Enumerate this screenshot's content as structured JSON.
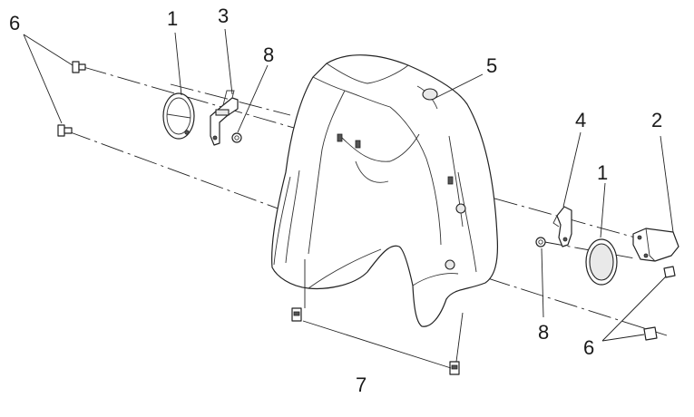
{
  "callouts": {
    "c1_left": "1",
    "c1_right": "1",
    "c2": "2",
    "c3": "3",
    "c4": "4",
    "c5": "5",
    "c6_left": "6",
    "c6_right": "6",
    "c7": "7",
    "c8_left": "8",
    "c8_right": "8"
  },
  "icons": {
    "fender": "front-fender-icon",
    "reflector": "round-reflector-icon",
    "bracket": "reflector-bracket-icon",
    "mount_plate": "mounting-plate-icon",
    "bolt": "bolt-icon",
    "nut": "nut-icon",
    "clip": "clip-nut-icon"
  },
  "colors": {
    "line": "#222222",
    "background": "#ffffff"
  }
}
